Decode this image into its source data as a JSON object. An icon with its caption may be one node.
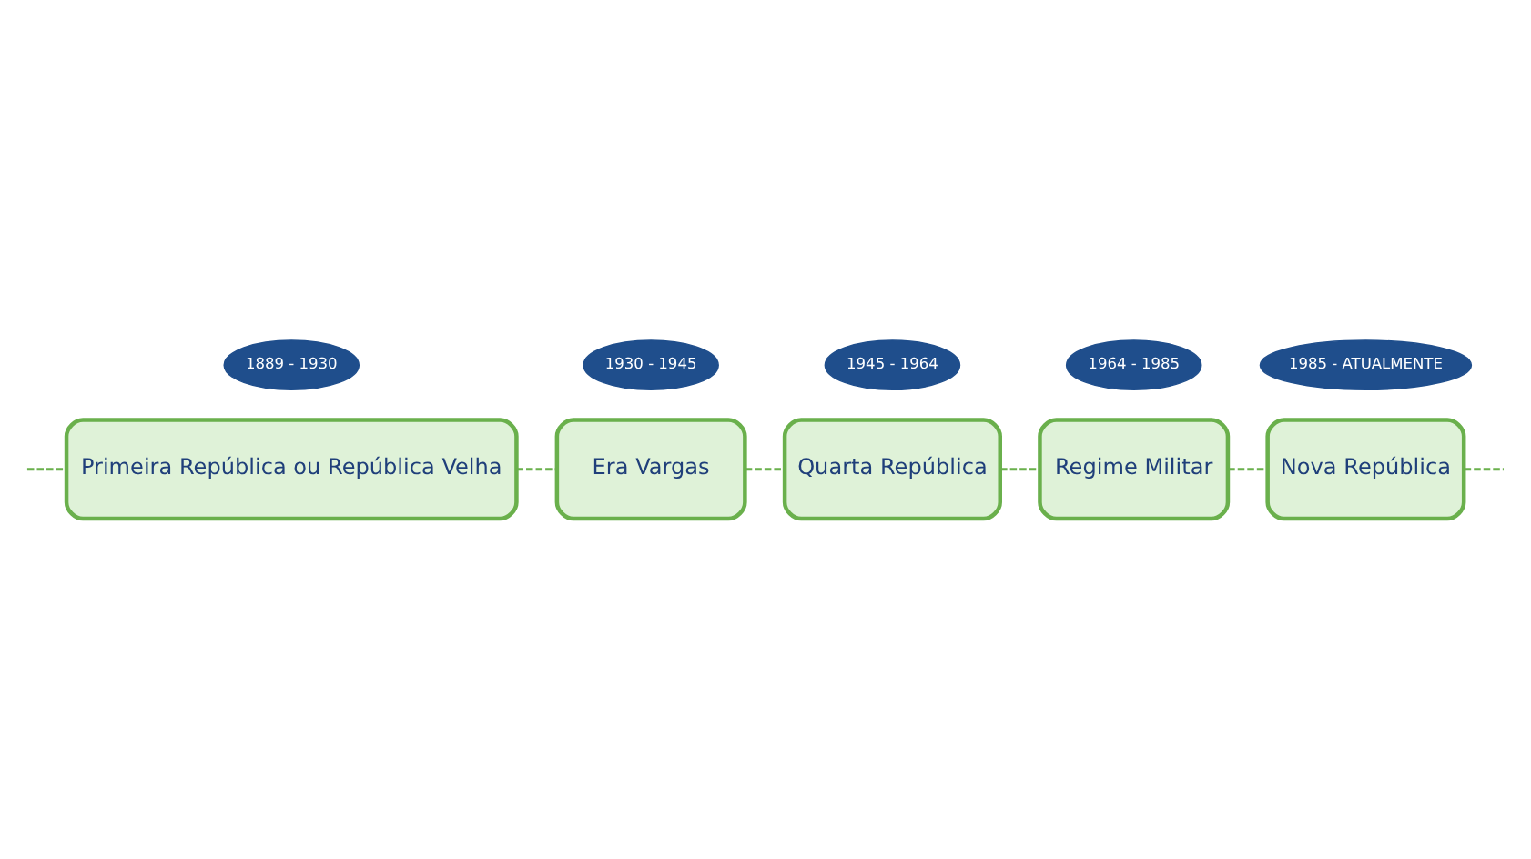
{
  "diagram": {
    "nodes": [
      {
        "text": [
          "1889 - 1930"
        ]
      },
      {
        "text": [
          "Primeira República ou República Velha"
        ]
      },
      {
        "text": [
          "1930 - 1945"
        ]
      },
      {
        "text": [
          "Era Vargas"
        ]
      },
      {
        "text": [
          "1945 - 1964"
        ]
      },
      {
        "text": [
          "Quarta República"
        ]
      },
      {
        "text": [
          "1964 - 1985"
        ]
      },
      {
        "text": [
          "Regime Militar"
        ]
      },
      {
        "text": [
          "1985 - ATUALMENTE"
        ]
      },
      {
        "text": [
          "Nova República"
        ]
      }
    ],
    "edges": [
      {
        "from": null,
        "to": 1,
        "arrow": "none",
        "style": "dashed"
      },
      {
        "from": 1,
        "to": 3,
        "arrow": "none",
        "style": "dashed"
      },
      {
        "from": 3,
        "to": 5,
        "arrow": "none",
        "style": "dashed"
      },
      {
        "from": 5,
        "to": 7,
        "arrow": "none",
        "style": "dashed"
      },
      {
        "from": 7,
        "to": 9,
        "arrow": "none",
        "style": "dashed"
      },
      {
        "from": 9,
        "to": null,
        "arrow": "none",
        "style": "dashed"
      }
    ]
  }
}
